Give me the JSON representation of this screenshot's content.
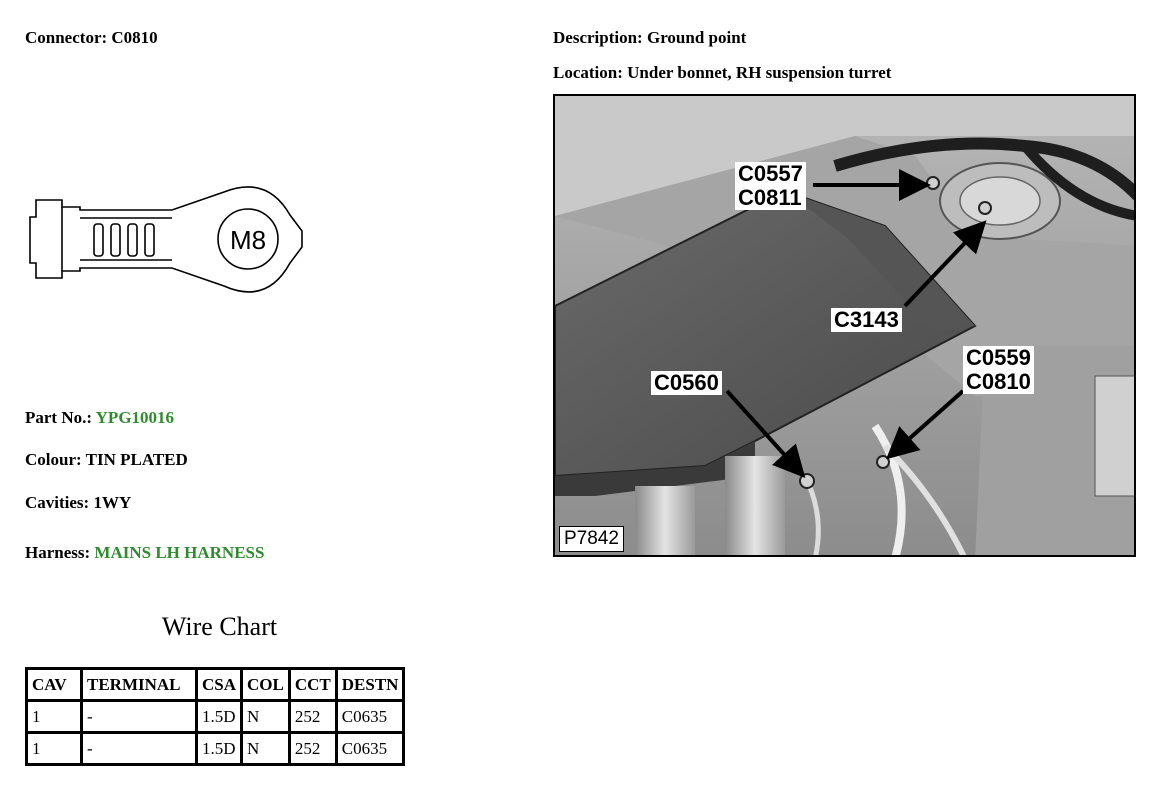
{
  "connector": {
    "label": "Connector:",
    "value": "C0810"
  },
  "description": {
    "label": "Description:",
    "value": "Ground point"
  },
  "location": {
    "label": "Location:",
    "value": "Under bonnet, RH suspension turret"
  },
  "part_no": {
    "label": "Part No.:",
    "value": "YPG10016"
  },
  "colour": {
    "label": "Colour:",
    "value": "TIN PLATED"
  },
  "cavities": {
    "label": "Cavities:",
    "value": "1WY"
  },
  "harness": {
    "label": "Harness:",
    "value": "MAINS LH HARNESS"
  },
  "terminal_marking": "M8",
  "wire_chart": {
    "title": "Wire Chart",
    "headers": [
      "CAV",
      "TERMINAL",
      "CSA",
      "COL",
      "CCT",
      "DESTN"
    ],
    "rows": [
      [
        "1",
        "-",
        "1.5D",
        "N",
        "252",
        "C0635"
      ],
      [
        "1",
        "-",
        "1.5D",
        "N",
        "252",
        "C0635"
      ]
    ]
  },
  "photo": {
    "ref": "P7842",
    "callouts": {
      "c0557": "C0557",
      "c0811": "C0811",
      "c3143": "C3143",
      "c0560": "C0560",
      "c0559": "C0559",
      "c0810": "C0810"
    }
  },
  "colors": {
    "accent_green": "#2e8b2e"
  }
}
